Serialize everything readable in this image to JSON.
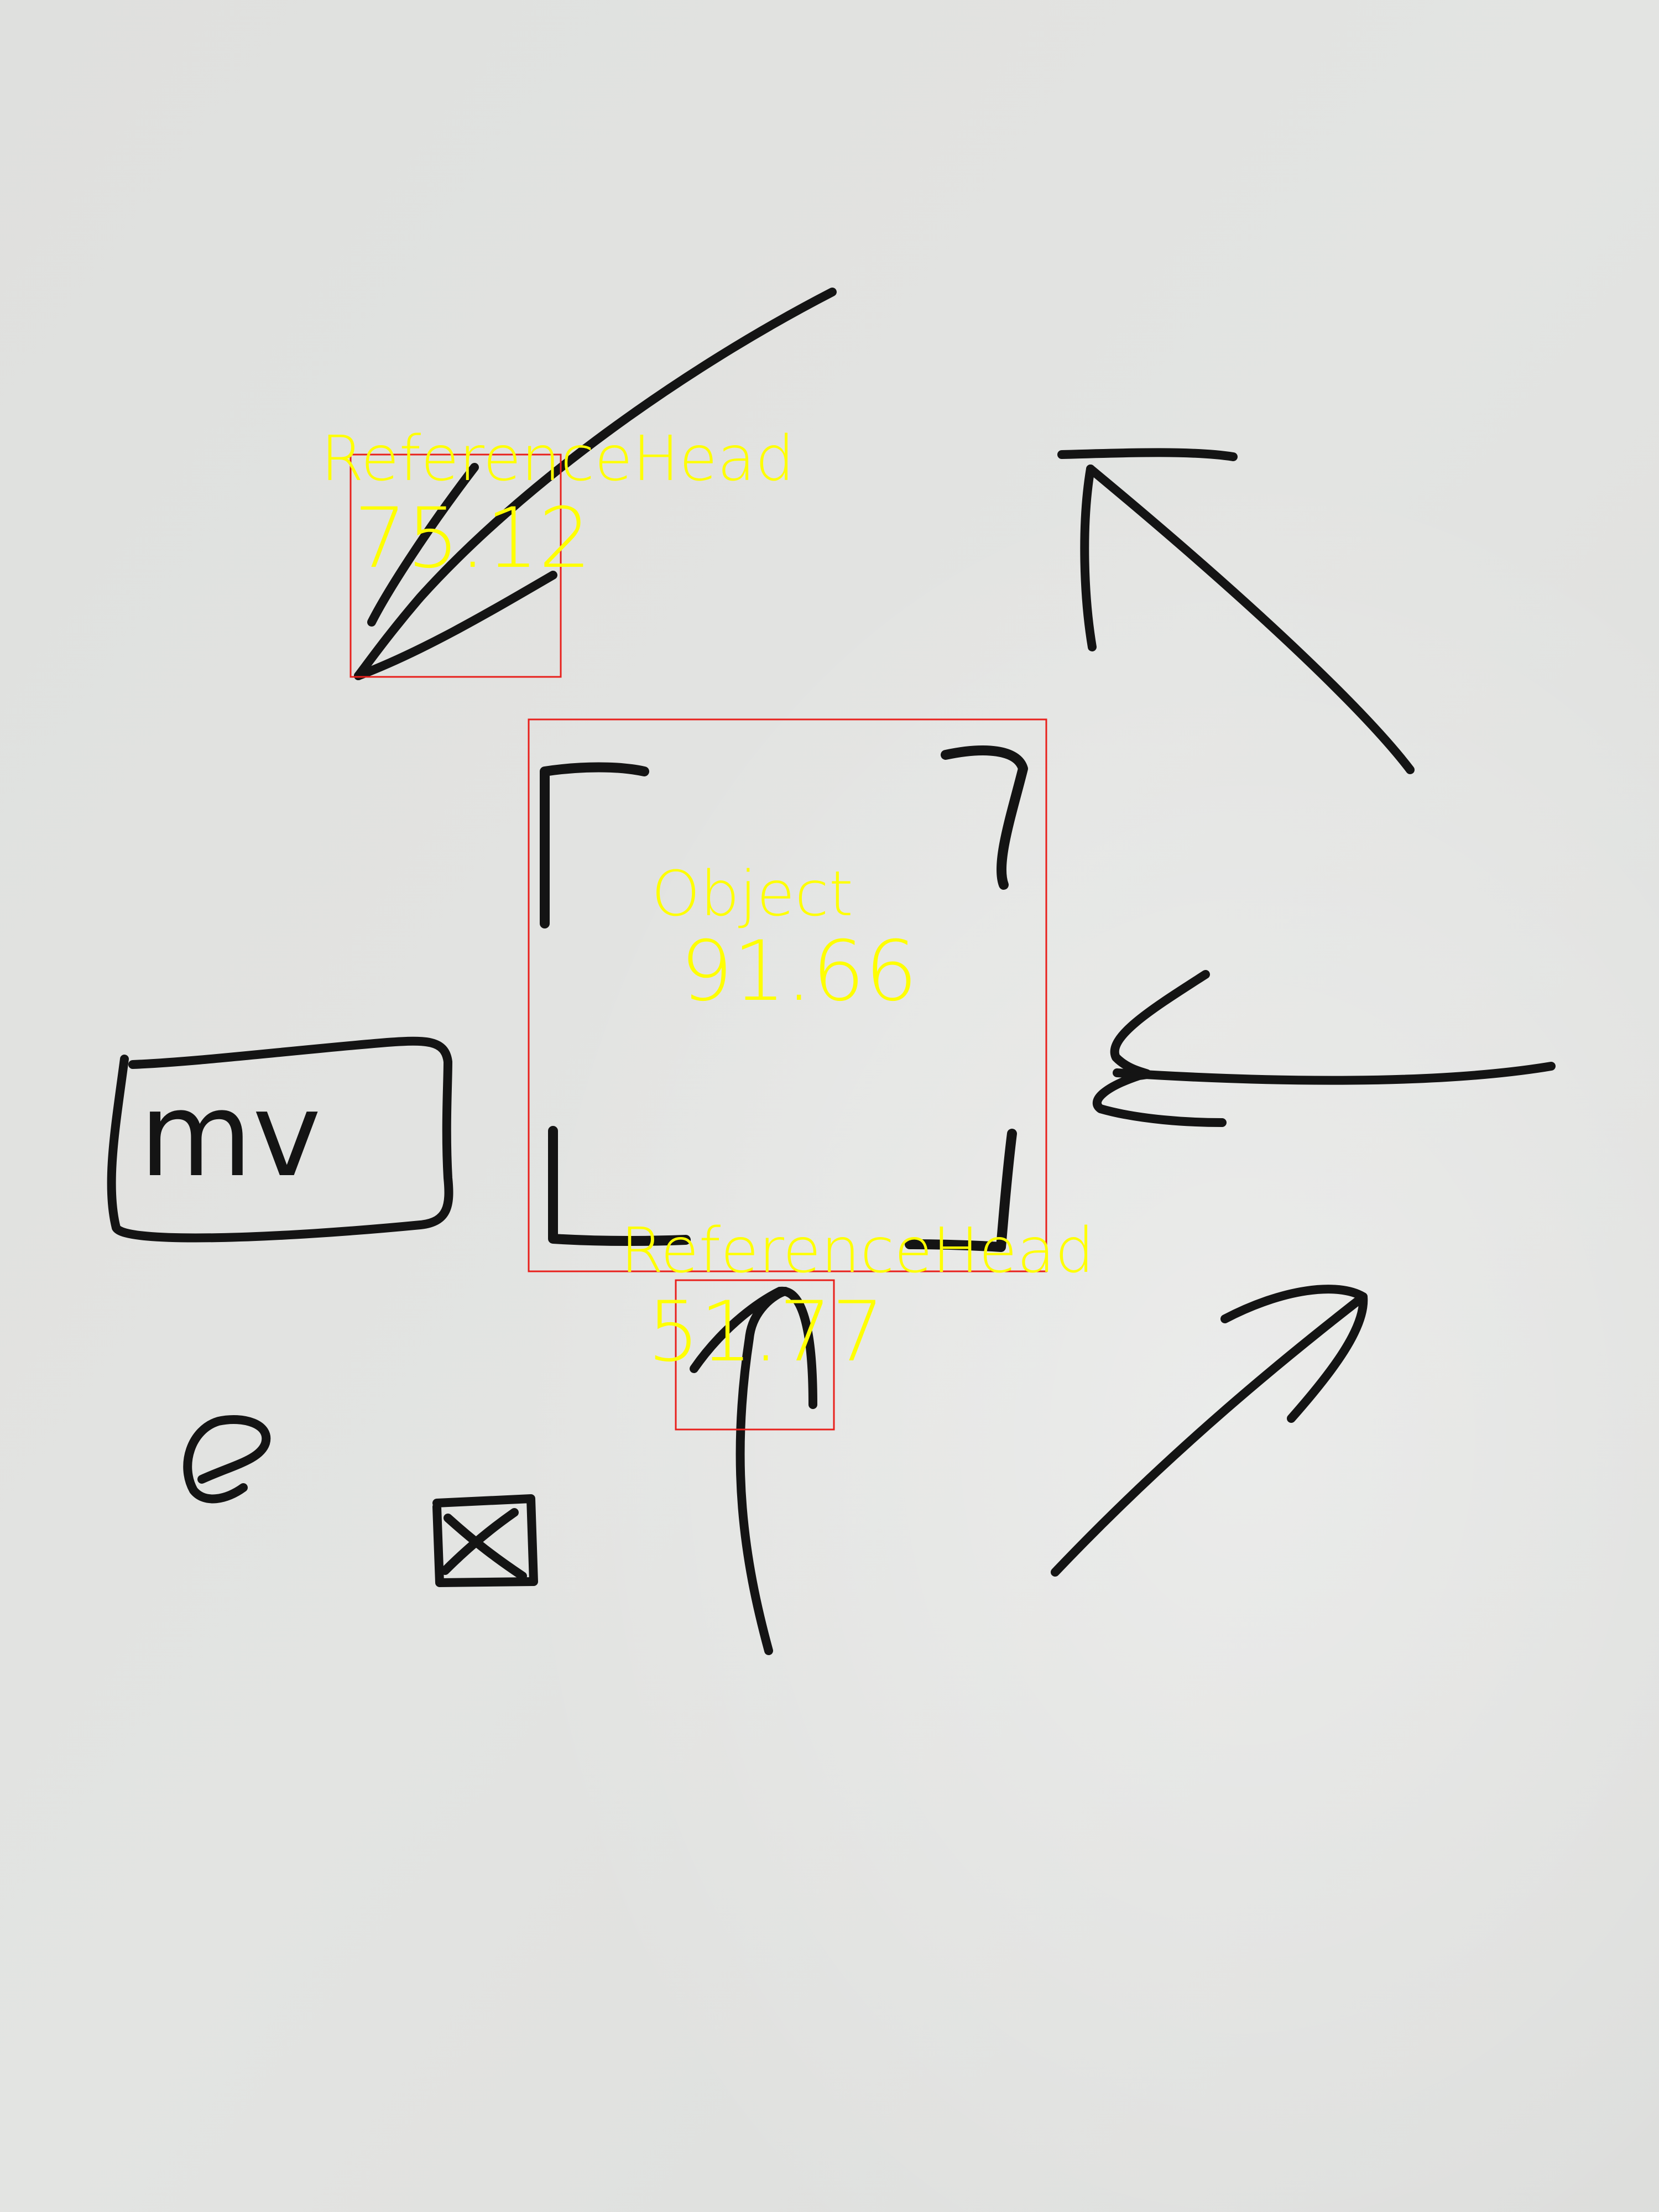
{
  "colors": {
    "board": "#e2e3e1",
    "ink": "#141414",
    "detection_box": "#e8201c",
    "detection_label": "#ffff00"
  },
  "detections": [
    {
      "label": "ReferenceHead",
      "score": "75.12"
    },
    {
      "label": "Object",
      "score": "91.66"
    },
    {
      "label": "ReferenceHead",
      "score": "51.77"
    }
  ],
  "handwriting": {
    "box_letters": "mv"
  },
  "sketches": [
    "arrow-down-left",
    "arrow-up-left",
    "arrow-left",
    "arrow-up-right",
    "arrow-up",
    "corner-brackets",
    "rounded-box-mv",
    "e-glyph",
    "x-box"
  ]
}
